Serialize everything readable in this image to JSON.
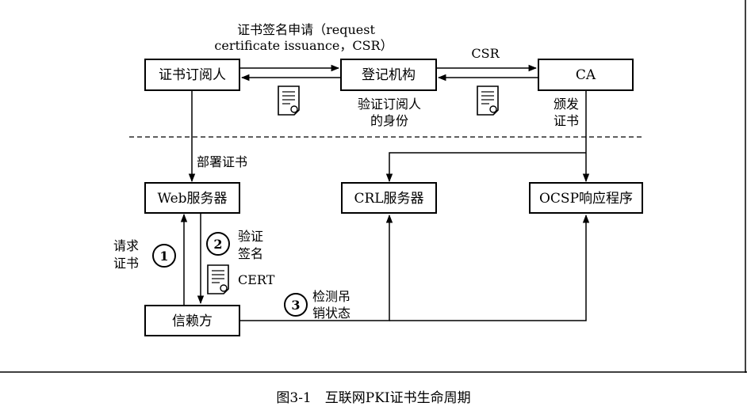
{
  "boxes": {
    "subscriber": "证书订阅人",
    "ra": "登记机构",
    "ca": "CA",
    "web": "Web服务器",
    "crl": "CRL服务器",
    "ocsp": "OCSP响应程序",
    "relying": "信赖方"
  },
  "labels": {
    "request_line1": "证书签名申请（request",
    "request_line2": "certificate issuance，CSR）",
    "csr": "CSR",
    "verify_identity_line1": "验证订阅人",
    "verify_identity_line2": "的身份",
    "issue_line1": "颁发",
    "issue_line2": "证书",
    "deploy": "部署证书",
    "request_cert_line1": "请求",
    "request_cert_line2": "证书",
    "verify_sig_line1": "验证",
    "verify_sig_line2": "签名",
    "cert": "CERT",
    "check_line1": "检测吊",
    "check_line2": "销状态"
  },
  "steps": [
    "1",
    "2",
    "3"
  ],
  "caption": "图3-1　互联网PKI证书生命周期"
}
